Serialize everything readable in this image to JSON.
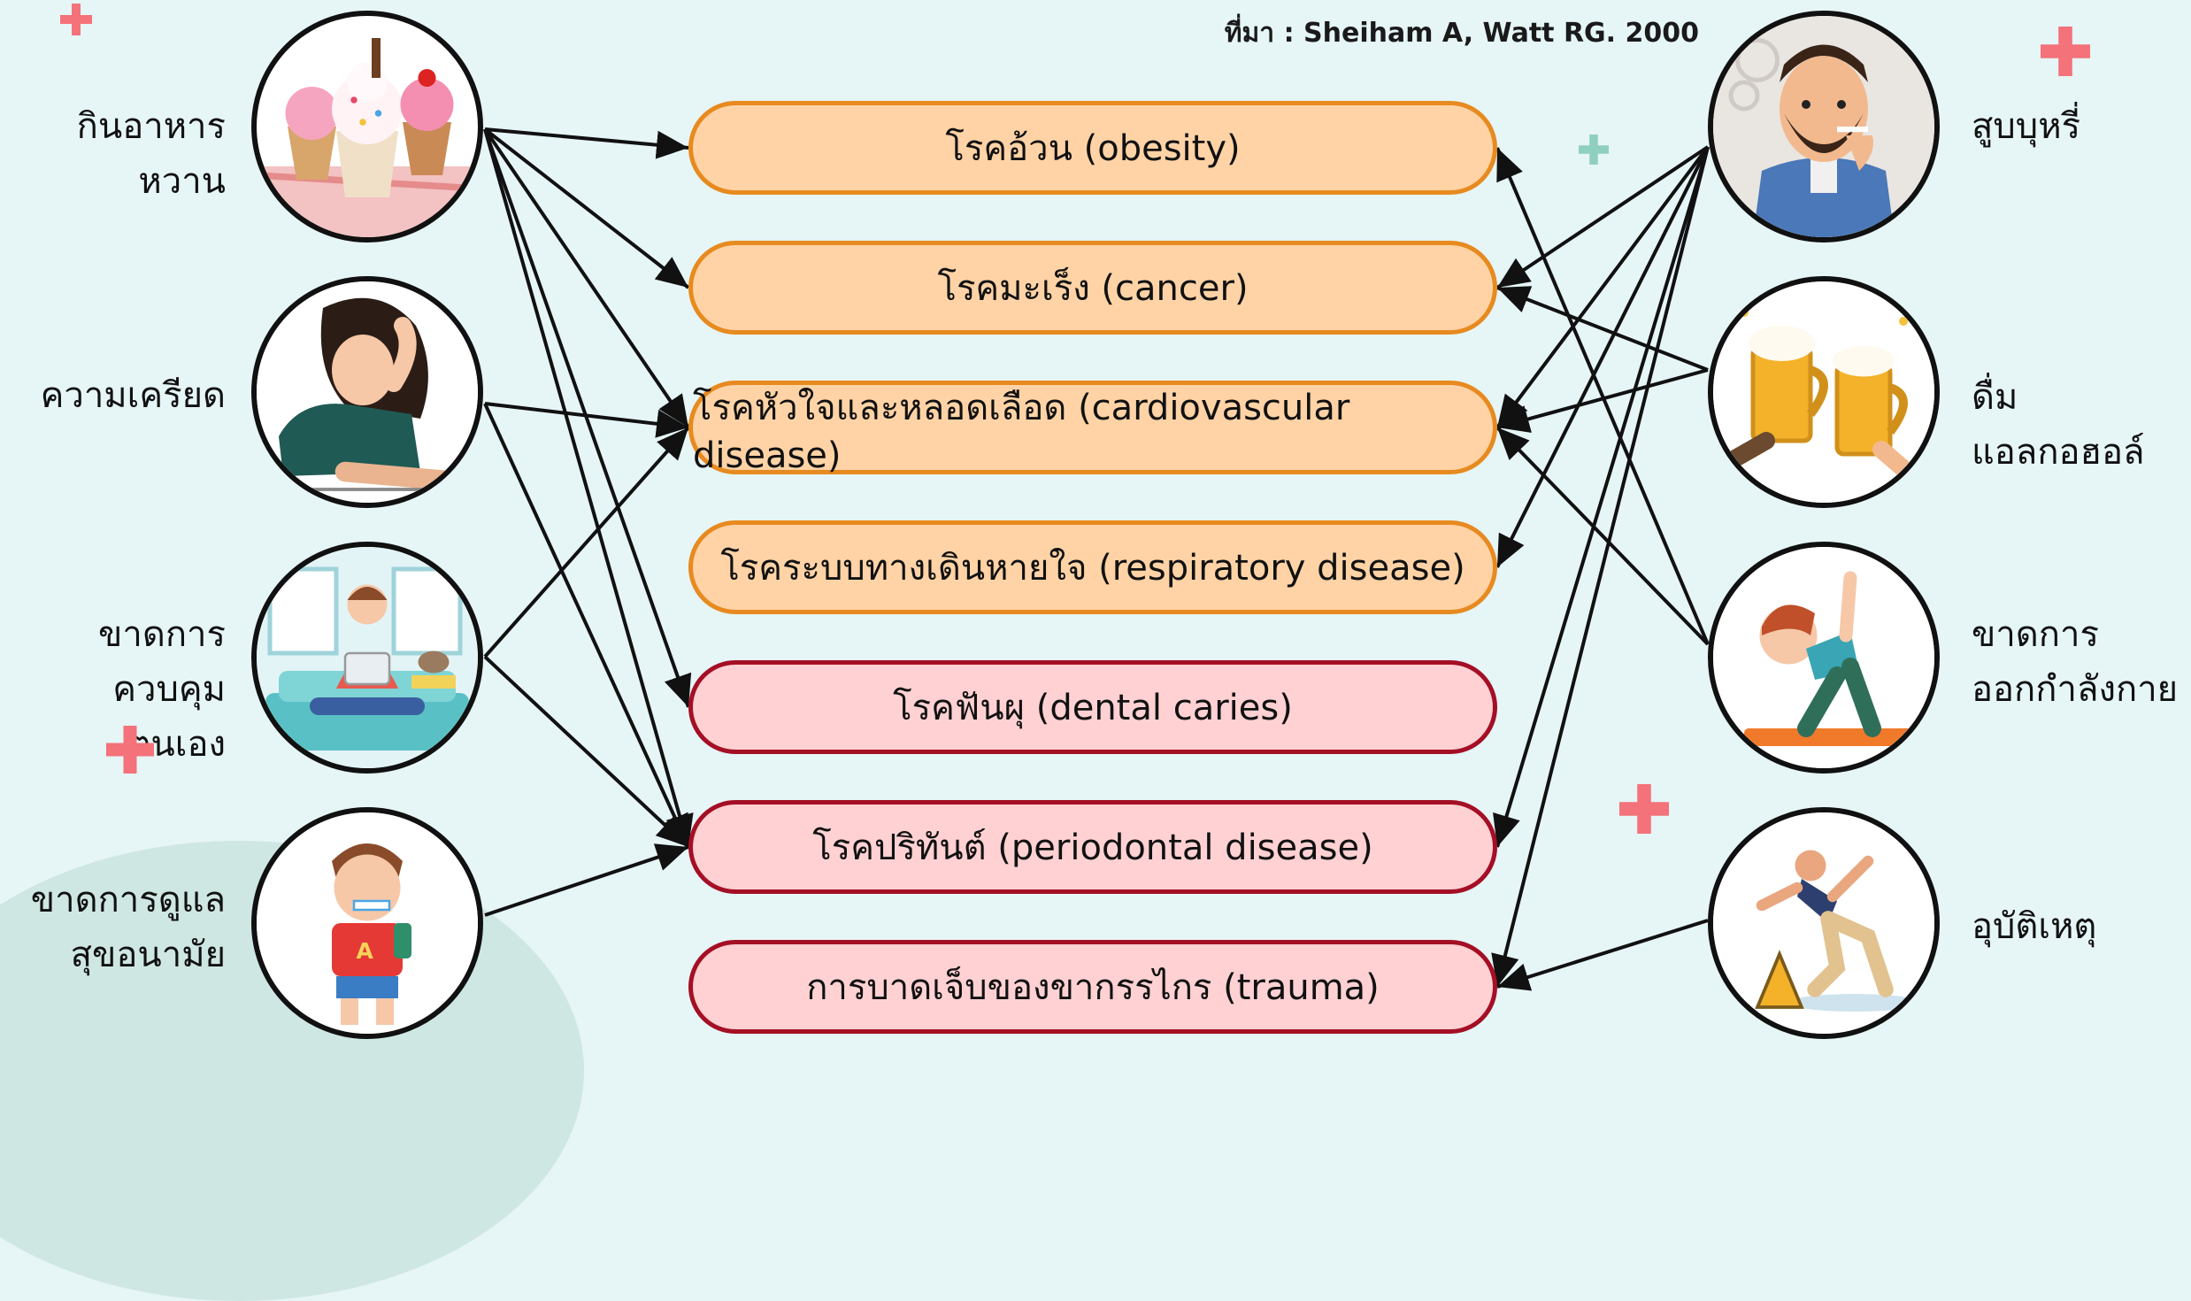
{
  "source": "ที่มา : Sheiham A, Watt RG.  2000",
  "left_factors": [
    {
      "lines": [
        "กินอาหารหวาน"
      ],
      "icon": "cupcakes-icon"
    },
    {
      "lines": [
        "ความเครียด"
      ],
      "icon": "stressed-woman-icon"
    },
    {
      "lines": [
        "ขาดการควบคุม",
        "ตนเอง"
      ],
      "icon": "girl-laptop-icon"
    },
    {
      "lines": [
        "ขาดการดูแล",
        "สุขอนามัย"
      ],
      "icon": "boy-brushing-teeth-icon"
    }
  ],
  "right_factors": [
    {
      "lines": [
        "สูบบุหรี่"
      ],
      "icon": "man-smoking-icon"
    },
    {
      "lines": [
        "ดื่มแอลกอฮอล์"
      ],
      "icon": "beer-mugs-icon"
    },
    {
      "lines": [
        "ขาดการ",
        "ออกกำลังกาย"
      ],
      "icon": "girl-exercising-icon"
    },
    {
      "lines": [
        "อุบัติเหตุ"
      ],
      "icon": "man-slipping-icon"
    }
  ],
  "diseases": [
    {
      "label": "โรคอ้วน (obesity)",
      "color": "orange"
    },
    {
      "label": "โรคมะเร็ง (cancer)",
      "color": "orange"
    },
    {
      "label": "โรคหัวใจและหลอดเลือด (cardiovascular disease)",
      "color": "orange"
    },
    {
      "label": "โรคระบบทางเดินหายใจ (respiratory disease)",
      "color": "orange"
    },
    {
      "label": "โรคฟันผุ (dental caries)",
      "color": "red"
    },
    {
      "label": "โรคปริทันต์ (periodontal disease)",
      "color": "red"
    },
    {
      "label": "การบาดเจ็บของขากรรไกร (trauma)",
      "color": "red"
    }
  ],
  "links_left": [
    [
      0,
      0
    ],
    [
      0,
      1
    ],
    [
      0,
      2
    ],
    [
      0,
      4
    ],
    [
      0,
      5
    ],
    [
      1,
      2
    ],
    [
      1,
      5
    ],
    [
      2,
      2
    ],
    [
      2,
      5
    ],
    [
      3,
      5
    ]
  ],
  "links_right": [
    [
      0,
      1
    ],
    [
      0,
      2
    ],
    [
      0,
      3
    ],
    [
      0,
      5
    ],
    [
      0,
      6
    ],
    [
      1,
      1
    ],
    [
      1,
      2
    ],
    [
      2,
      0
    ],
    [
      2,
      2
    ],
    [
      3,
      6
    ]
  ],
  "colors": {
    "background": "#e6f5f6",
    "orange_fill": "#ffd3a6",
    "orange_border": "#e78a1f",
    "red_fill": "#ffd1d3",
    "red_border": "#a40f26",
    "plus_red": "#f4727a",
    "plus_green": "#8fcfbf"
  }
}
